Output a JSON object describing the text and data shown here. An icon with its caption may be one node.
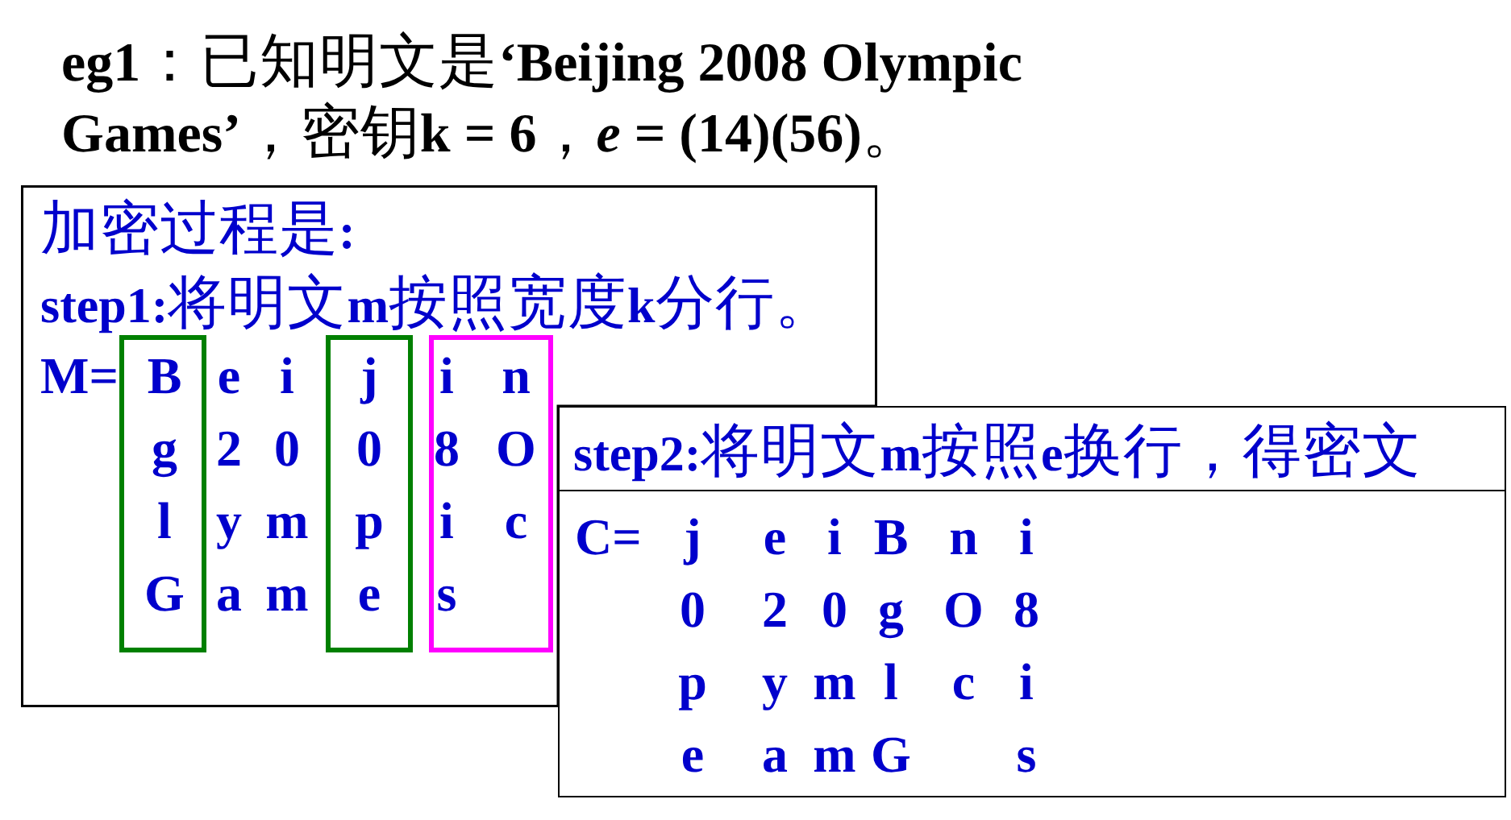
{
  "diagram": {
    "title": "eg1：已知明文是‘Beijing 2008 Olympic Games’，密钥k = 6，*e* = (14)(56)。",
    "nodes": [
      {
        "text": [
          "加密过程是:",
          "step1:将明文m按照宽度k分行。",
          "M=",
          "e",
          "i",
          "2",
          "0",
          "y",
          "m",
          "a",
          "m"
        ]
      },
      {
        "text": [
          "B",
          "g",
          "l",
          "G"
        ],
        "in": 0
      },
      {
        "text": [
          "j",
          "0",
          "p",
          "e"
        ],
        "in": 0
      },
      {
        "text": [
          "i",
          "n",
          "8",
          "O",
          "i",
          "c",
          "s"
        ],
        "in": 0
      },
      {
        "text": [
          "step2:将明文m按照e换行，得密文"
        ]
      },
      {
        "text": [
          "C=",
          "j",
          "e",
          "i",
          "B",
          "n",
          "i",
          "0",
          "2",
          "0",
          "g",
          "O",
          "8",
          "p",
          "y",
          "m",
          "l",
          "c",
          "i",
          "e",
          "a",
          "m",
          "G",
          "s"
        ]
      }
    ]
  }
}
